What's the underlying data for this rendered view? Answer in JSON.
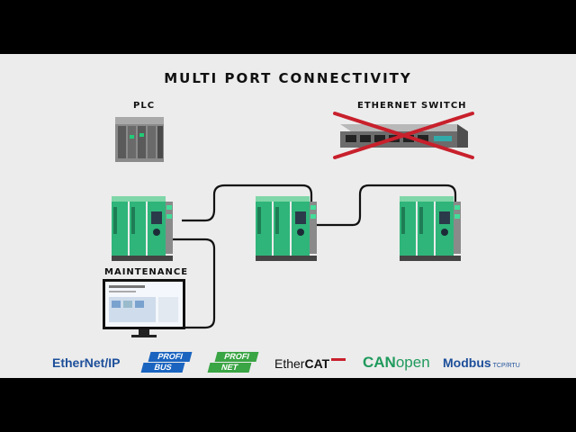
{
  "title": "MULTI PORT CONNECTIVITY",
  "labels": {
    "plc": "PLC",
    "switch": "ETHERNET SWITCH",
    "maintenance": "MAINTENANCE"
  },
  "logos": {
    "ethernetip": "EtherNet/IP",
    "profibus_top": "PROFI",
    "profibus_bottom": "BUS",
    "profinet_top": "PROFI",
    "profinet_bottom": "NET",
    "ethercat_a": "Ether",
    "ethercat_b": "CAT",
    "canopen_a": "CAN",
    "canopen_b": "open",
    "modbus": "Modbus",
    "modbus_sub": "TCP/RTU"
  },
  "colors": {
    "module_green": "#2fb57a",
    "cross_red": "#c8202c",
    "ethernetip_blue": "#1d4f9a",
    "profi_blue": "#1a64c0",
    "profi_green": "#3aa544",
    "canopen_green": "#1f9a5c",
    "modbus_blue": "#1d4f9a"
  },
  "icons": [
    "plc-device",
    "ethernet-switch",
    "power-controller",
    "monitor",
    "ethernet-cable"
  ]
}
